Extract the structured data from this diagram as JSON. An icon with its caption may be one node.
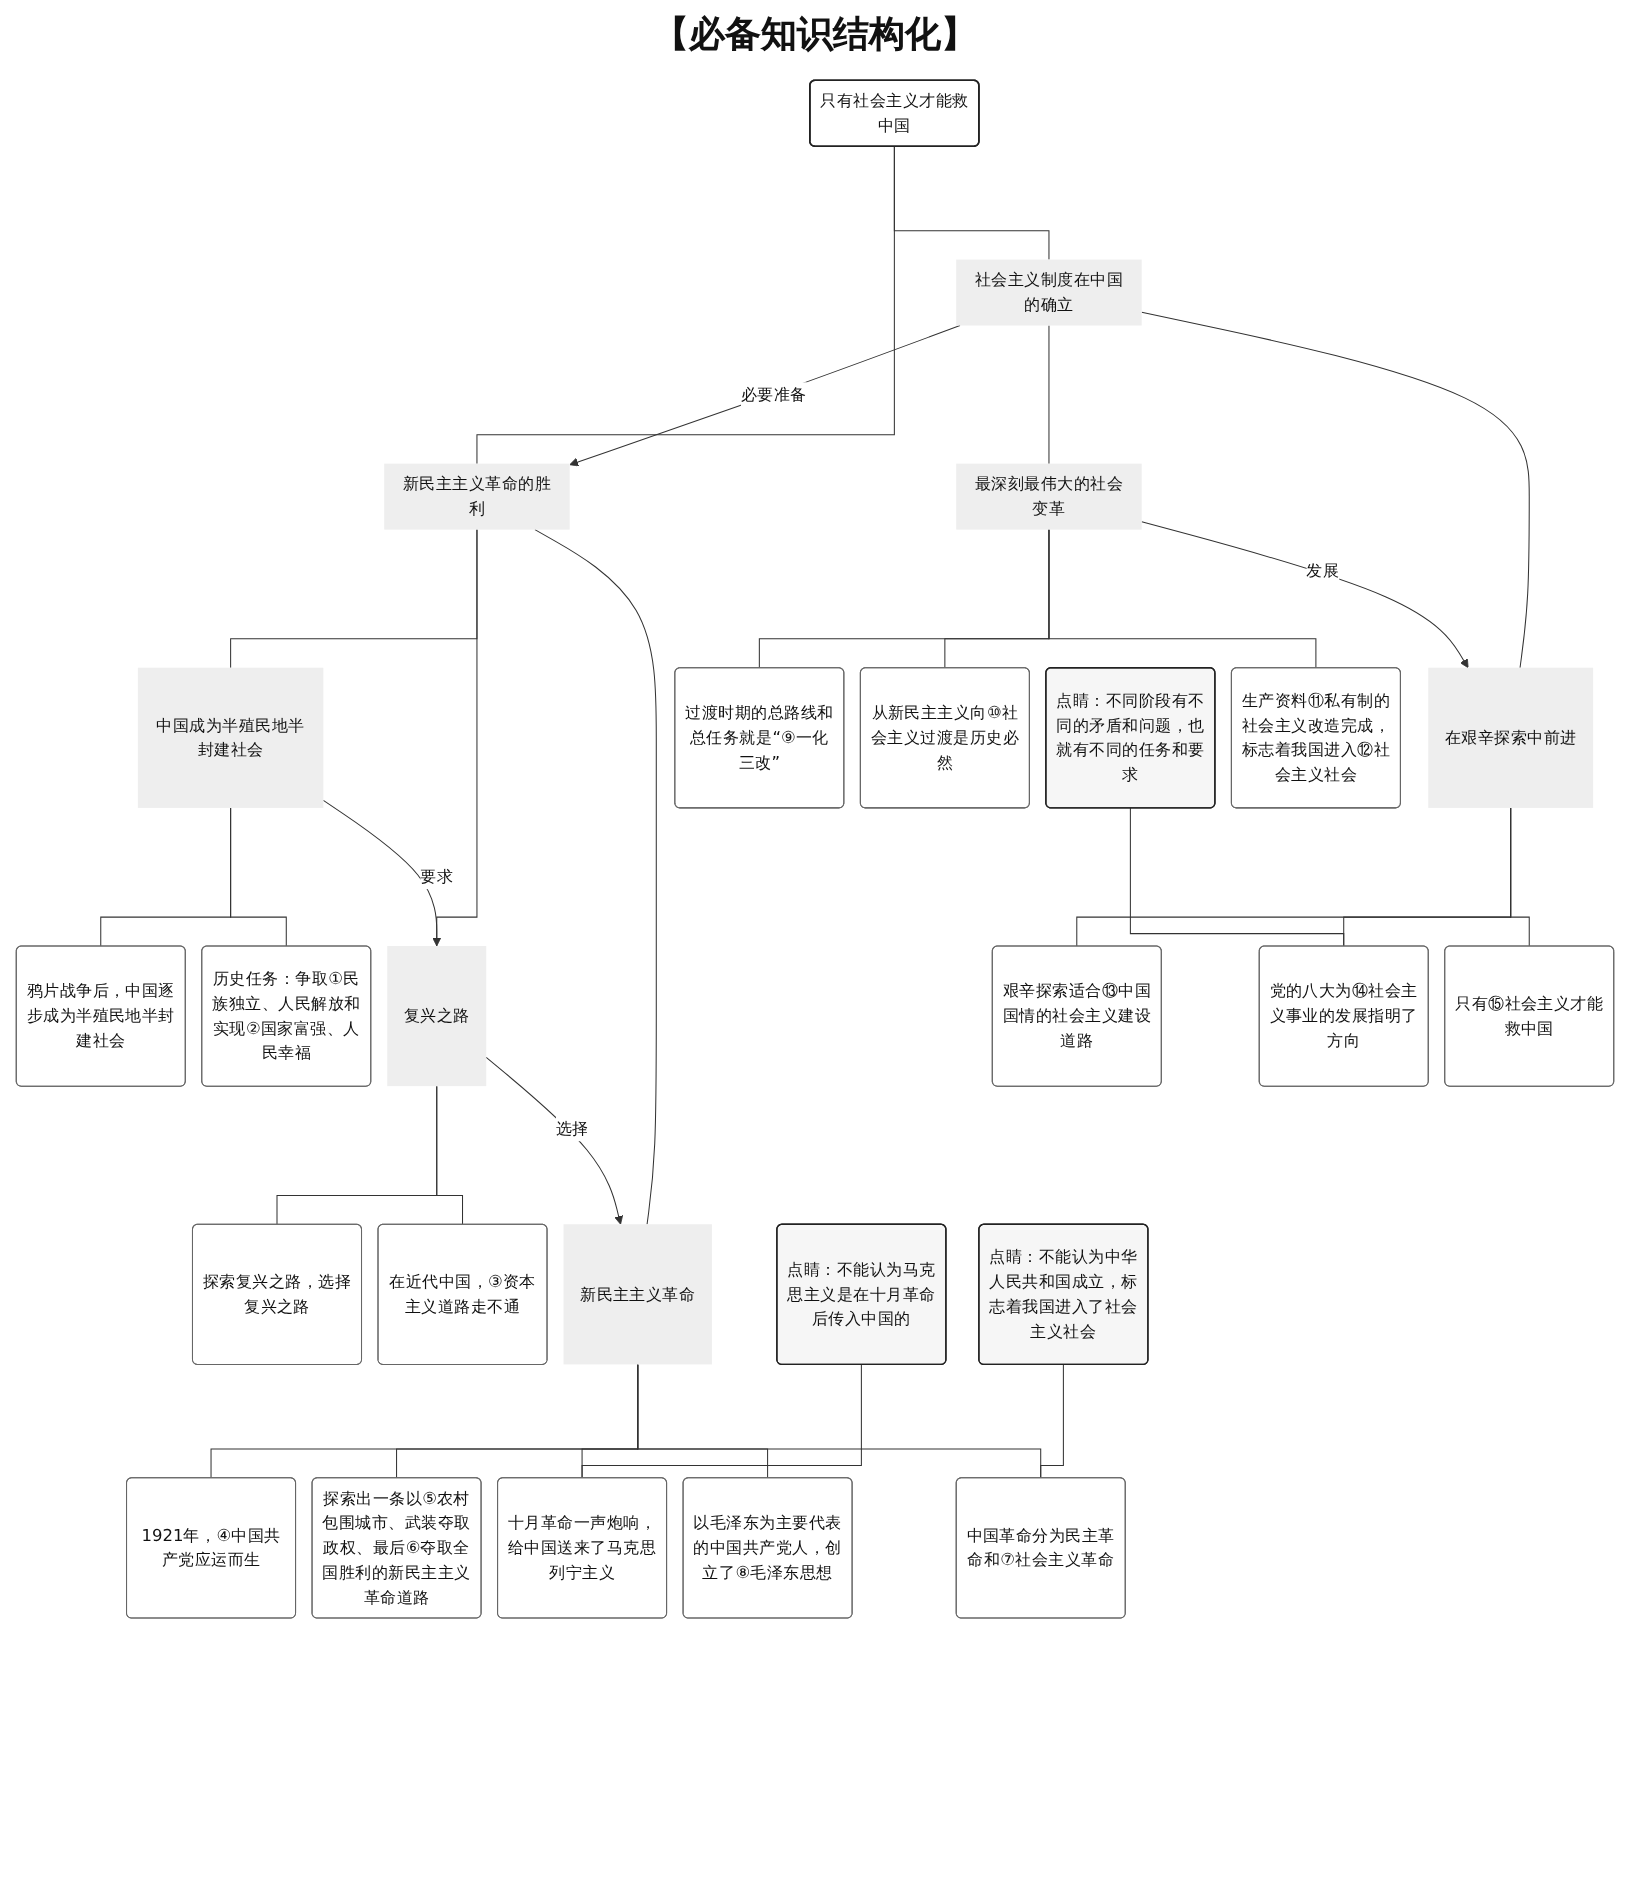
{
  "diagram": {
    "title": "【必备知识结构化】",
    "nodes": [
      {
        "text": [
          "只有社会主义才能救中国"
        ]
      },
      {
        "text": [
          "新民主主义革命的胜利"
        ]
      },
      {
        "text": [
          "中国成为半殖民地半封建社会"
        ]
      },
      {
        "text": [
          "鸦片战争后，中国逐步成为半殖民地半封建社会"
        ]
      },
      {
        "text": [
          "历史任务：争取①民族独立、人民解放和实现②国家富强、人民幸福"
        ]
      },
      {
        "text": [
          "复兴之路"
        ]
      },
      {
        "text": [
          "探索复兴之路，选择复兴之路"
        ]
      },
      {
        "text": [
          "在近代中国，③资本主义道路走不通"
        ]
      },
      {
        "text": [
          "新民主主义革命"
        ]
      },
      {
        "text": [
          "点睛：不能认为马克思主义是在十月革命后传入中国的"
        ]
      },
      {
        "text": [
          "十月革命一声炮响，给中国送来了马克思列宁主义"
        ]
      },
      {
        "text": [
          "1921年，④中国共产党应运而生"
        ]
      },
      {
        "text": [
          "探索出一条以⑤农村包围城市、武装夺取政权、最后⑥夺取全国胜利的新民主主义革命道路"
        ]
      },
      {
        "text": [
          "中国革命分为民主革命和⑦社会主义革命"
        ]
      },
      {
        "text": [
          "以毛泽东为主要代表的中国共产党人，创立了⑧毛泽东思想"
        ]
      },
      {
        "text": [
          "点睛：不能认为中华人民共和国成立，标志着我国进入了社会主义社会"
        ]
      },
      {
        "text": [
          "社会主义制度在中国的确立"
        ]
      },
      {
        "text": [
          "最深刻最伟大的社会变革"
        ]
      },
      {
        "text": [
          "过渡时期的总路线和总任务就是“⑨一化三改”"
        ]
      },
      {
        "text": [
          "从新民主主义向⑩社会主义过渡是历史必然"
        ]
      },
      {
        "text": [
          "生产资料⑪私有制的社会主义改造完成，标志着我国进入⑫社会主义社会"
        ]
      },
      {
        "text": [
          "在艰辛探索中前进"
        ]
      },
      {
        "text": [
          "艰辛探索适合⑬中国国情的社会主义建设道路"
        ]
      },
      {
        "text": [
          "党的八大为⑭社会主义事业的发展指明了方向"
        ]
      },
      {
        "text": [
          "只有⑮社会主义才能救中国"
        ]
      },
      {
        "text": [
          "点睛：不同阶段有不同的矛盾和问题，也就有不同的任务和要求"
        ]
      }
    ],
    "edges": [
      {
        "from": 0,
        "to": 1,
        "arrow": "none"
      },
      {
        "from": 0,
        "to": 16,
        "arrow": "none"
      },
      {
        "from": 1,
        "to": 2,
        "arrow": "none"
      },
      {
        "from": 1,
        "to": 5,
        "arrow": "none"
      },
      {
        "from": 1,
        "to": 8,
        "arrow": "none"
      },
      {
        "from": 2,
        "to": 3,
        "arrow": "none"
      },
      {
        "from": 2,
        "to": 4,
        "arrow": "none"
      },
      {
        "from": 2,
        "to": 5,
        "label": "要求",
        "arrow": "to"
      },
      {
        "from": 5,
        "to": 6,
        "arrow": "none"
      },
      {
        "from": 5,
        "to": 7,
        "arrow": "none"
      },
      {
        "from": 5,
        "to": 8,
        "label": "选择",
        "arrow": "to"
      },
      {
        "from": 8,
        "to": 10,
        "arrow": "none"
      },
      {
        "from": 8,
        "to": 11,
        "arrow": "none"
      },
      {
        "from": 8,
        "to": 12,
        "arrow": "none"
      },
      {
        "from": 8,
        "to": 13,
        "arrow": "none"
      },
      {
        "from": 8,
        "to": 14,
        "arrow": "none"
      },
      {
        "from": 9,
        "to": 10,
        "arrow": "none"
      },
      {
        "from": 15,
        "to": 13,
        "arrow": "none"
      },
      {
        "from": 16,
        "to": 1,
        "label": "必要准备",
        "arrow": "to"
      },
      {
        "from": 16,
        "to": 17,
        "arrow": "none"
      },
      {
        "from": 16,
        "to": 21,
        "arrow": "none"
      },
      {
        "from": 17,
        "to": 18,
        "arrow": "none"
      },
      {
        "from": 17,
        "to": 19,
        "arrow": "none"
      },
      {
        "from": 17,
        "to": 20,
        "arrow": "none"
      },
      {
        "from": 17,
        "to": 21,
        "label": "发展",
        "arrow": "to"
      },
      {
        "from": 21,
        "to": 22,
        "arrow": "none"
      },
      {
        "from": 21,
        "to": 23,
        "arrow": "none"
      },
      {
        "from": 21,
        "to": 24,
        "arrow": "none"
      },
      {
        "from": 25,
        "to": 23,
        "arrow": "none"
      }
    ]
  }
}
